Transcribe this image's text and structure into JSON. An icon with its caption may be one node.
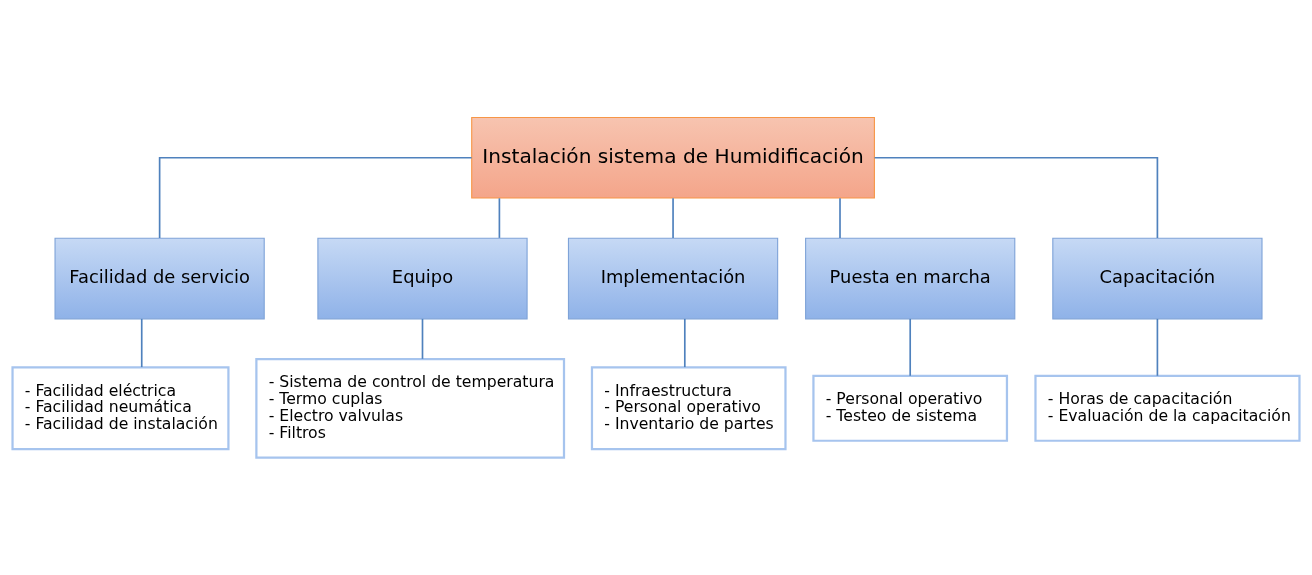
{
  "diagram": {
    "nodes": [
      {
        "text": [
          "Instalación sistema de Humidificación"
        ]
      },
      {
        "text": [
          "Facilidad de servicio"
        ]
      },
      {
        "text": [
          "Equipo"
        ]
      },
      {
        "text": [
          "Implementación"
        ]
      },
      {
        "text": [
          "Puesta en marcha"
        ]
      },
      {
        "text": [
          "Capacitación"
        ]
      },
      {
        "text": [
          "- Facilidad eléctrica",
          "- Facilidad neumática",
          "- Facilidad de instalación"
        ]
      },
      {
        "text": [
          "- Sistema de control de temperatura",
          "- Termo cuplas",
          "- Electro valvulas",
          "- Filtros"
        ]
      },
      {
        "text": [
          "- Infraestructura",
          "- Personal operativo",
          "- Inventario de partes"
        ]
      },
      {
        "text": [
          "- Personal operativo",
          "- Testeo de sistema"
        ]
      },
      {
        "text": [
          "- Horas de capacitación",
          "- Evaluación de la capacitación"
        ]
      }
    ],
    "edges": [
      {
        "from": 0,
        "to": 1,
        "arrow": "none"
      },
      {
        "from": 0,
        "to": 2,
        "arrow": "none"
      },
      {
        "from": 0,
        "to": 3,
        "arrow": "none"
      },
      {
        "from": 0,
        "to": 4,
        "arrow": "none"
      },
      {
        "from": 0,
        "to": 5,
        "arrow": "none"
      },
      {
        "from": 1,
        "to": 6,
        "arrow": "none"
      },
      {
        "from": 2,
        "to": 7,
        "arrow": "none"
      },
      {
        "from": 3,
        "to": 8,
        "arrow": "none"
      },
      {
        "from": 4,
        "to": 9,
        "arrow": "none"
      },
      {
        "from": 5,
        "to": 10,
        "arrow": "none"
      }
    ]
  }
}
